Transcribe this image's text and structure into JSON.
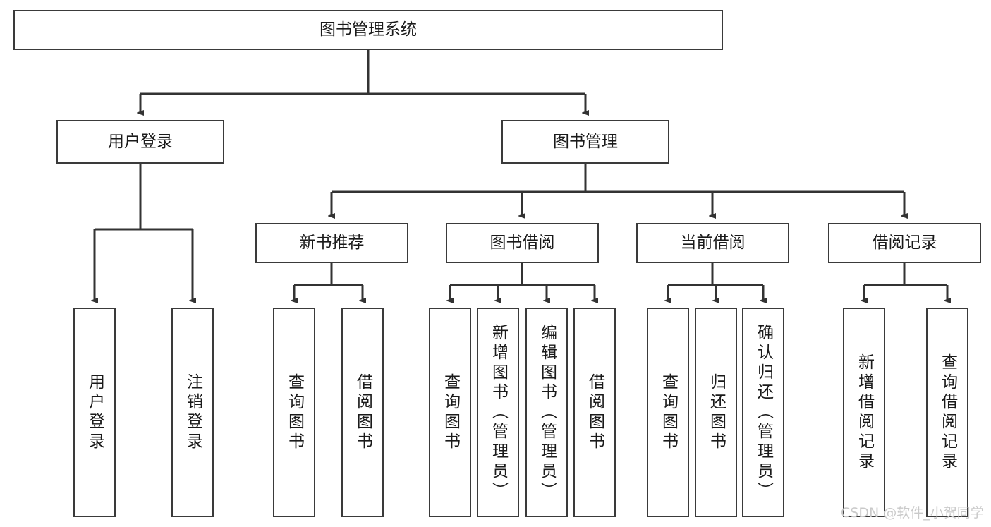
{
  "diagram": {
    "type": "tree",
    "title": "图书管理系统",
    "root": {
      "id": "root",
      "label": "图书管理系统"
    },
    "level1": [
      {
        "id": "user-login",
        "label": "用户登录"
      },
      {
        "id": "book-manage",
        "label": "图书管理"
      }
    ],
    "level2": [
      {
        "id": "new-book-recommend",
        "label": "新书推荐",
        "parent": "book-manage"
      },
      {
        "id": "book-borrow",
        "label": "图书借阅",
        "parent": "book-manage"
      },
      {
        "id": "current-borrow",
        "label": "当前借阅",
        "parent": "book-manage"
      },
      {
        "id": "borrow-record",
        "label": "借阅记录",
        "parent": "book-manage"
      }
    ],
    "leaves": {
      "user_login": [
        {
          "id": "leaf-user-login",
          "label": "用户登录"
        },
        {
          "id": "leaf-logout",
          "label": "注销登录"
        }
      ],
      "new_book_recommend": [
        {
          "id": "leaf-query-book-1",
          "label": "查询图书"
        },
        {
          "id": "leaf-borrow-book-1",
          "label": "借阅图书"
        }
      ],
      "book_borrow": [
        {
          "id": "leaf-query-book-2",
          "label": "查询图书"
        },
        {
          "id": "leaf-add-book",
          "label": "新增图书（管理员）"
        },
        {
          "id": "leaf-edit-book",
          "label": "编辑图书（管理员）"
        },
        {
          "id": "leaf-borrow-book-2",
          "label": "借阅图书"
        }
      ],
      "current_borrow": [
        {
          "id": "leaf-query-book-3",
          "label": "查询图书"
        },
        {
          "id": "leaf-return-book",
          "label": "归还图书"
        },
        {
          "id": "leaf-confirm-return",
          "label": "确认归还（管理员）"
        }
      ],
      "borrow_record": [
        {
          "id": "leaf-add-record",
          "label": "新增借阅记录"
        },
        {
          "id": "leaf-query-record",
          "label": "查询借阅记录"
        }
      ]
    }
  },
  "watermark": {
    "text": "CSDN @软件_小贺同学"
  },
  "colors": {
    "box_border": "#3a3a3a",
    "box_fill": "#ffffff",
    "edge": "#333333",
    "text": "#1a1a1a",
    "watermark": "#c9c9c9",
    "background": "#ffffff"
  }
}
